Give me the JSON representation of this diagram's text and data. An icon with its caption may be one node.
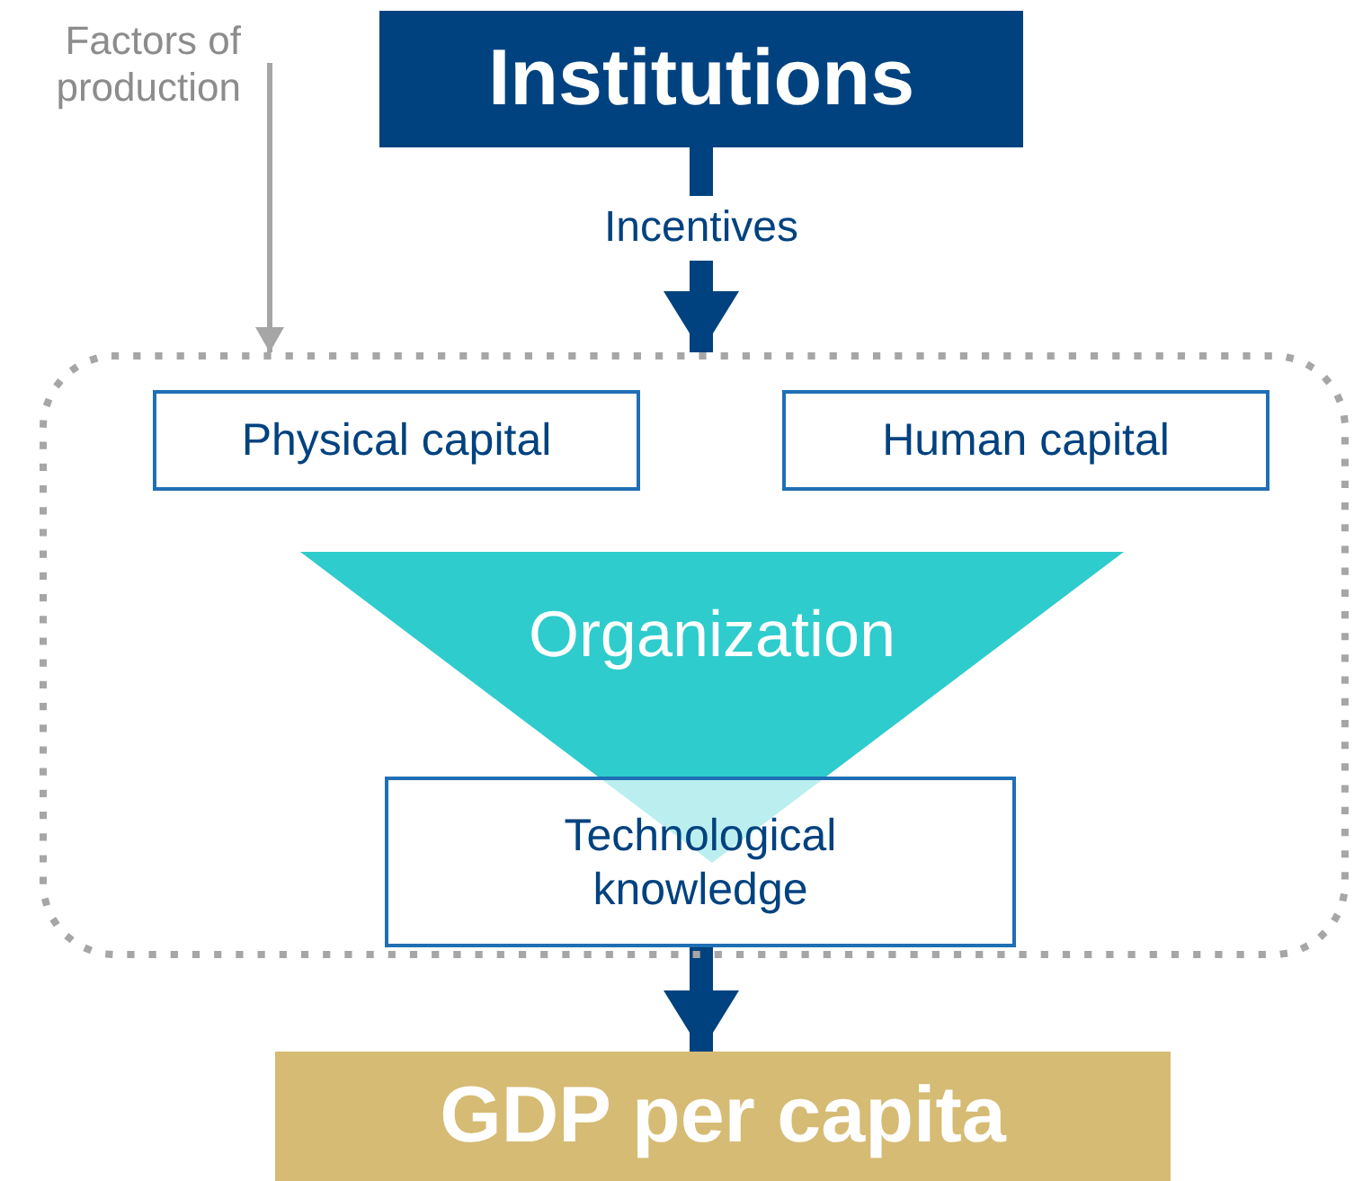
{
  "diagram": {
    "nodes": [
      {
        "text": [
          "Factors of production"
        ]
      },
      {
        "text": [
          "Institutions"
        ]
      },
      {
        "text": [],
        "shape": "box"
      },
      {
        "text": [
          "Physical capital"
        ],
        "in": 2
      },
      {
        "text": [
          "Human capital"
        ],
        "in": 2
      },
      {
        "text": [
          "Organization"
        ],
        "in": 2
      },
      {
        "text": [
          "Technological knowledge"
        ],
        "in": 2
      },
      {
        "text": [
          "GDP per capita"
        ]
      }
    ],
    "edges": [
      {
        "from": 0,
        "to": 2,
        "arrow": "to",
        "color": "#a6a6a6"
      },
      {
        "from": 1,
        "to": 2,
        "arrow": "to",
        "label": "Incentives"
      },
      {
        "from": 6,
        "to": 7,
        "arrow": "to"
      }
    ]
  }
}
